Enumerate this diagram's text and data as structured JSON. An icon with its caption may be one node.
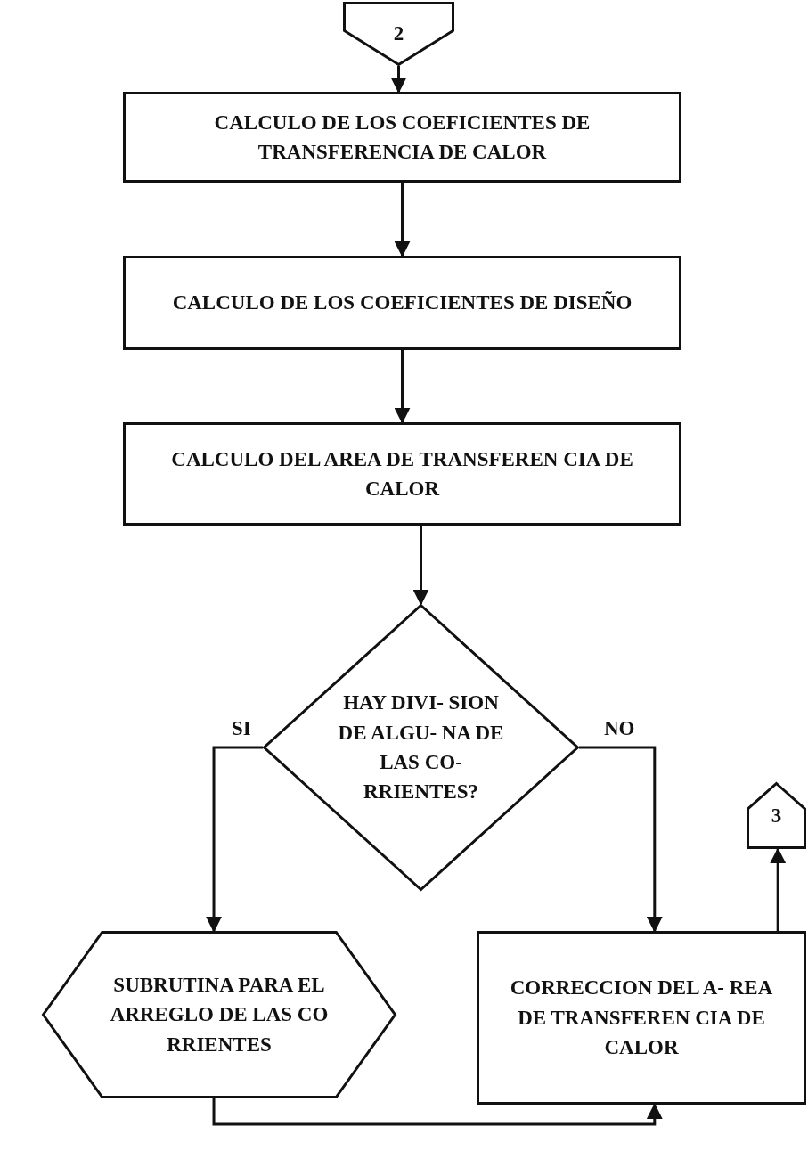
{
  "diagram": {
    "nodes": [
      {
        "text": [
          "2"
        ]
      },
      {
        "text": [
          "CALCULO DE LOS COEFICIENTES DE TRANSFERENCIA DE CALOR"
        ]
      },
      {
        "text": [
          "CALCULO DE LOS COEFICIENTES DE DISEÑO"
        ]
      },
      {
        "text": [
          "CALCULO DEL AREA DE TRANSFEREN CIA DE CALOR"
        ]
      },
      {
        "text": [
          "HAY DIVI- SION DE ALGU- NA DE LAS CO- RRIENTES?"
        ]
      },
      {
        "text": [
          "SUBRUTINA PARA EL ARREGLO DE LAS CO RRIENTES"
        ]
      },
      {
        "text": [
          "CORRECCION DEL A- REA DE TRANSFEREN CIA DE CALOR"
        ]
      },
      {
        "text": [
          "3"
        ]
      }
    ],
    "edges": [
      {
        "from": 0,
        "to": 1,
        "arrow": "to"
      },
      {
        "from": 1,
        "to": 2,
        "arrow": "to"
      },
      {
        "from": 2,
        "to": 3,
        "arrow": "to"
      },
      {
        "from": 3,
        "to": 4,
        "arrow": "to"
      },
      {
        "from": 4,
        "to": 5,
        "arrow": "to",
        "label": "SI"
      },
      {
        "from": 4,
        "to": 6,
        "arrow": "to",
        "label": "NO"
      },
      {
        "from": 5,
        "to": 6,
        "arrow": "to"
      },
      {
        "from": 6,
        "to": 7,
        "arrow": "to"
      }
    ]
  }
}
